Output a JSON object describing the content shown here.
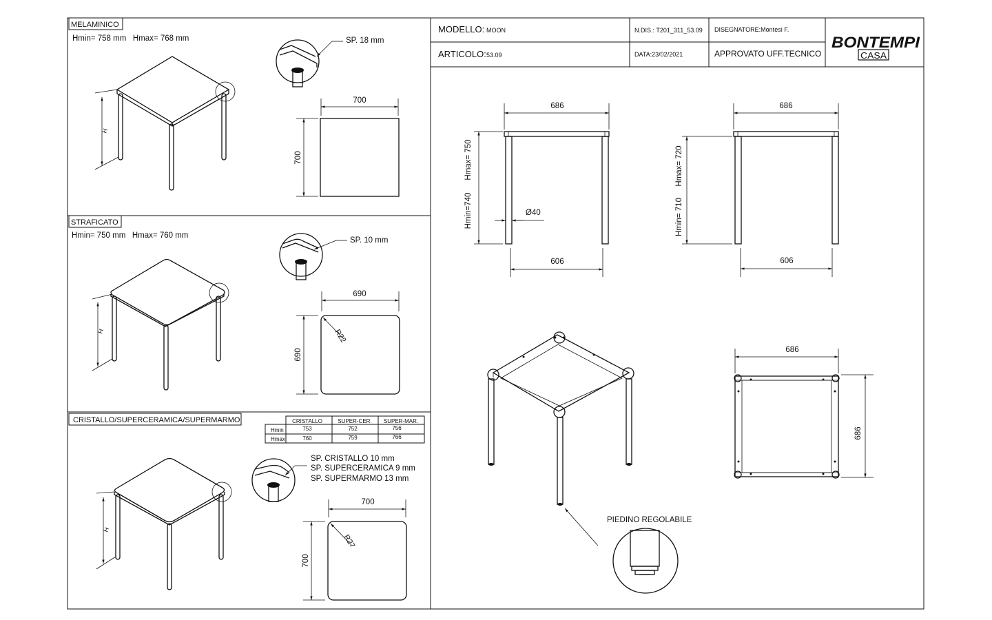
{
  "title_block": {
    "modello_label": "MODELLO:",
    "modello_value": "MOON",
    "articolo_label": "ARTICOLO:",
    "articolo_value": "53.09",
    "ndis": "N.DIS.: T201_311_53.09",
    "data": "DATA:23/02/2021",
    "disegnatore": "DISEGNATORE:Montesi F.",
    "approvato": "APPROVATO UFF.TECNICO",
    "logo_top": "BONTEMPI",
    "logo_bottom": "CASA"
  },
  "sections": [
    {
      "name": "MELAMINICO",
      "heights": "Hmin= 758 mm   Hmax= 768 mm",
      "thickness": "SP. 18 mm",
      "h_label": "H",
      "top_width": "700",
      "top_depth": "700",
      "radius": ""
    },
    {
      "name": "STRAFICATO",
      "heights": "Hmin= 750 mm   Hmax= 760 mm",
      "thickness": "SP. 10 mm",
      "h_label": "H",
      "top_width": "690",
      "top_depth": "690",
      "radius": "R22"
    },
    {
      "name": "CRISTALLO/SUPERCERAMICA/SUPERMARMO",
      "heights": "",
      "thickness_lines": [
        "SP. CRISTALLO 10 mm",
        "SP. SUPERCERAMICA 9 mm",
        "SP. SUPERMARMO 13 mm"
      ],
      "h_label": "H",
      "top_width": "700",
      "top_depth": "700",
      "radius": "R27"
    }
  ],
  "height_table": {
    "columns": [
      "CRISTALLO",
      "SUPER-CER.",
      "SUPER-MAR."
    ],
    "rows": [
      {
        "label": "Hmin",
        "values": [
          "753",
          "752",
          "756"
        ]
      },
      {
        "label": "Hmax",
        "values": [
          "760",
          "759",
          "766"
        ]
      }
    ]
  },
  "frame_views": {
    "front_left": {
      "top": "686",
      "bottom": "606",
      "hmin": "Hmin=740",
      "hmax": "Hmax= 750",
      "leg": "Ø40"
    },
    "front_right": {
      "top": "686",
      "bottom": "606",
      "hmin": "Hmin= 710",
      "hmax": "Hmax= 720"
    },
    "plan": {
      "width": "686",
      "depth": "686"
    },
    "foot_label": "PIEDINO REGOLABILE"
  }
}
